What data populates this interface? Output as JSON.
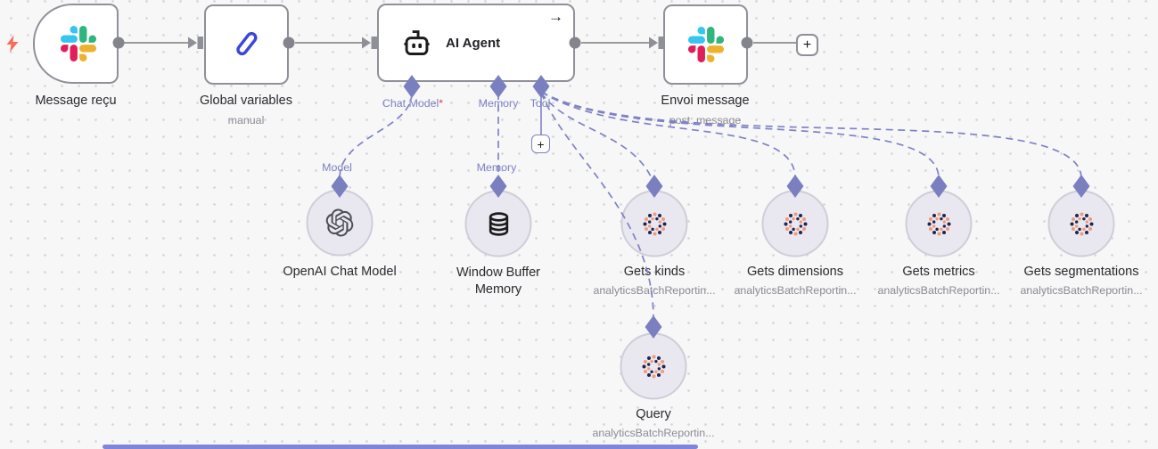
{
  "icons": {
    "arrow_right": "→",
    "plus": "+"
  },
  "colors": {
    "connector_gray": "#9a9a9a",
    "connector_purple": "#7e82c4",
    "diamond_purple": "#7a7fc0",
    "slack_blue": "#36C5F0",
    "slack_green": "#2EB67D",
    "slack_yellow": "#ECB22E",
    "slack_red": "#E01E5A",
    "pencil_blue": "#3c47da",
    "lightning_orange": "#f96c5c",
    "analytics_navy": "#23254d",
    "analytics_salmon": "#f19a7b"
  },
  "nodes": {
    "message_recu": {
      "label": "Message reçu"
    },
    "global_variables": {
      "label": "Global variables",
      "subtitle": "manual"
    },
    "ai_agent": {
      "label": "AI Agent",
      "ports": {
        "chat_model": "Chat Model",
        "required_marker": "*",
        "memory": "Memory",
        "tool": "Tool"
      }
    },
    "envoi_message": {
      "label": "Envoi message",
      "subtitle": "post: message"
    },
    "openai_chat_model": {
      "label": "OpenAI Chat Model",
      "port_label": "Model"
    },
    "window_buffer_memory": {
      "label": "Window Buffer Memory",
      "port_label": "Memory"
    },
    "gets_kinds": {
      "label": "Gets kinds",
      "subtitle": "analyticsBatchReportin..."
    },
    "gets_dimensions": {
      "label": "Gets dimensions",
      "subtitle": "analyticsBatchReportin..."
    },
    "gets_metrics": {
      "label": "Gets metrics",
      "subtitle": "analyticsBatchReportin..."
    },
    "gets_segmentations": {
      "label": "Gets segmentations",
      "subtitle": "analyticsBatchReportin..."
    },
    "query": {
      "label": "Query",
      "subtitle": "analyticsBatchReportin..."
    }
  }
}
